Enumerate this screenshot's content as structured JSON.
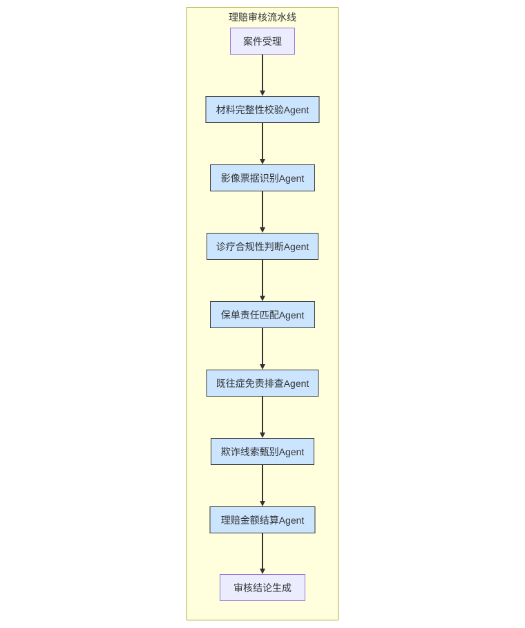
{
  "diagram": {
    "type": "flowchart",
    "direction": "top-down",
    "title": "理赔审核流水线",
    "nodes": [
      {
        "id": "start",
        "label": "案件受理",
        "role": "start"
      },
      {
        "id": "agent1",
        "label": "材料完整性校验Agent",
        "role": "agent"
      },
      {
        "id": "agent2",
        "label": "影像票据识别Agent",
        "role": "agent"
      },
      {
        "id": "agent3",
        "label": "诊疗合规性判断Agent",
        "role": "agent"
      },
      {
        "id": "agent4",
        "label": "保单责任匹配Agent",
        "role": "agent"
      },
      {
        "id": "agent5",
        "label": "既往症免责排查Agent",
        "role": "agent"
      },
      {
        "id": "agent6",
        "label": "欺诈线索甄别Agent",
        "role": "agent"
      },
      {
        "id": "agent7",
        "label": "理赔金额结算Agent",
        "role": "agent"
      },
      {
        "id": "end",
        "label": "审核结论生成",
        "role": "end"
      }
    ],
    "edges": [
      {
        "from": "案件受理",
        "to": "材料完整性校验Agent"
      },
      {
        "from": "材料完整性校验Agent",
        "to": "影像票据识别Agent"
      },
      {
        "from": "影像票据识别Agent",
        "to": "诊疗合规性判断Agent"
      },
      {
        "from": "诊疗合规性判断Agent",
        "to": "保单责任匹配Agent"
      },
      {
        "from": "保单责任匹配Agent",
        "to": "既往症免责排查Agent"
      },
      {
        "from": "既往症免责排查Agent",
        "to": "欺诈线索甄别Agent"
      },
      {
        "from": "欺诈线索甄别Agent",
        "to": "理赔金额结算Agent"
      },
      {
        "from": "理赔金额结算Agent",
        "to": "审核结论生成"
      }
    ],
    "colors": {
      "container_fill": "#ffffde",
      "container_border": "#aaaa33",
      "terminal_fill": "#ececff",
      "terminal_border": "#9370db",
      "agent_fill": "#cce5ff",
      "agent_border": "#333333",
      "arrow": "#333333",
      "text": "#333333",
      "page_background": "#ffffff"
    }
  }
}
